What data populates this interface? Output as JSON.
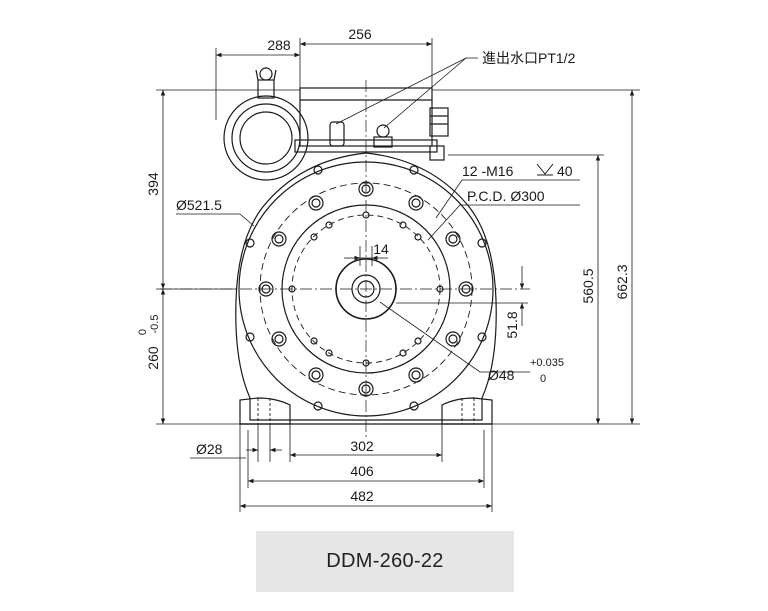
{
  "diagram": {
    "model": "DDM-260-22",
    "labels": {
      "w288": "288",
      "w256": "256",
      "water_port": "進出水口PT1/2",
      "h394": "394",
      "phi_outer": "Ø521.5",
      "bolts": "12 -M16",
      "bolt_depth": "40",
      "pcd": "P.C.D. Ø300",
      "d14": "14",
      "h560": "560.5",
      "h662": "662.3",
      "d51": "51.8",
      "h260": "260",
      "h260_tol_upper": "0",
      "h260_tol_lower": "-0.5",
      "shaft_dia": "Ø48",
      "shaft_tol_upper": "+0.035",
      "shaft_tol_lower": "0",
      "hole28": "Ø28",
      "w302": "302",
      "w406": "406",
      "w482": "482"
    }
  }
}
